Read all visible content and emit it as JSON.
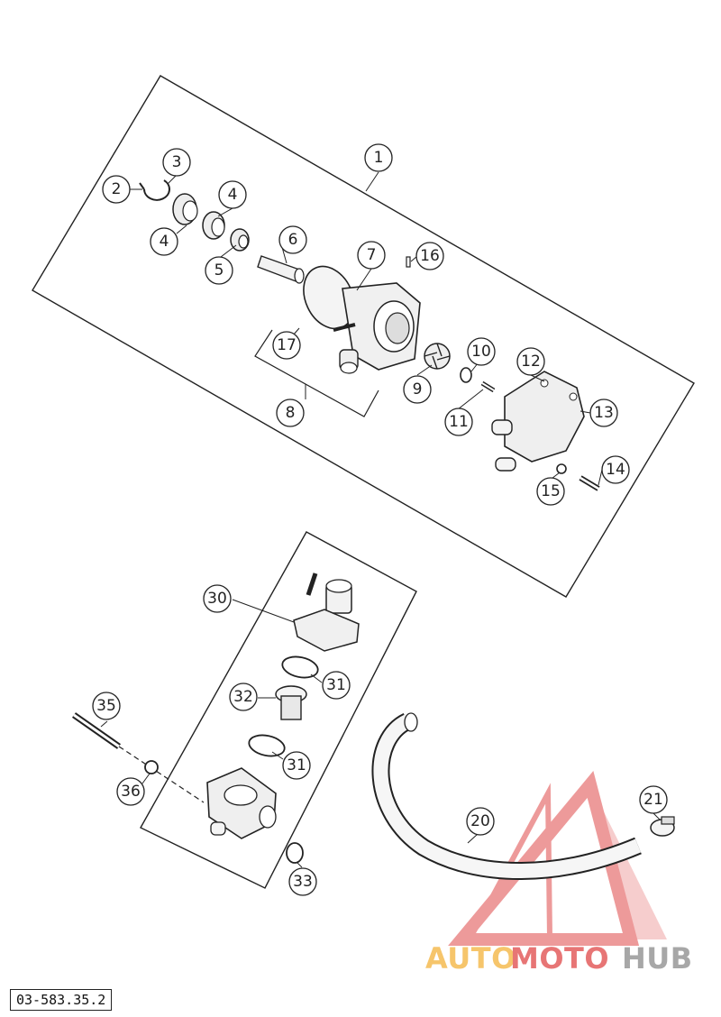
{
  "callouts": [
    {
      "id": "c1",
      "label": "1"
    },
    {
      "id": "c2",
      "label": "2"
    },
    {
      "id": "c3",
      "label": "3"
    },
    {
      "id": "c4a",
      "label": "4"
    },
    {
      "id": "c4b",
      "label": "4"
    },
    {
      "id": "c5",
      "label": "5"
    },
    {
      "id": "c6",
      "label": "6"
    },
    {
      "id": "c7",
      "label": "7"
    },
    {
      "id": "c8",
      "label": "8"
    },
    {
      "id": "c9",
      "label": "9"
    },
    {
      "id": "c10",
      "label": "10"
    },
    {
      "id": "c11",
      "label": "11"
    },
    {
      "id": "c12",
      "label": "12"
    },
    {
      "id": "c13",
      "label": "13"
    },
    {
      "id": "c14",
      "label": "14"
    },
    {
      "id": "c15",
      "label": "15"
    },
    {
      "id": "c16",
      "label": "16"
    },
    {
      "id": "c17",
      "label": "17"
    },
    {
      "id": "c20",
      "label": "20"
    },
    {
      "id": "c21",
      "label": "21"
    },
    {
      "id": "c30",
      "label": "30"
    },
    {
      "id": "c31a",
      "label": "31"
    },
    {
      "id": "c31b",
      "label": "31"
    },
    {
      "id": "c32",
      "label": "32"
    },
    {
      "id": "c33",
      "label": "33"
    },
    {
      "id": "c35",
      "label": "35"
    },
    {
      "id": "c36",
      "label": "36"
    }
  ],
  "drawing_reference": "03-583.35.2",
  "watermark": {
    "part1": "AUTO",
    "part2": "MOTO",
    "part3": "HUB",
    "color_orange": "#f3b23a",
    "color_red": "#e04848",
    "color_gray": "#8a8a8a"
  }
}
